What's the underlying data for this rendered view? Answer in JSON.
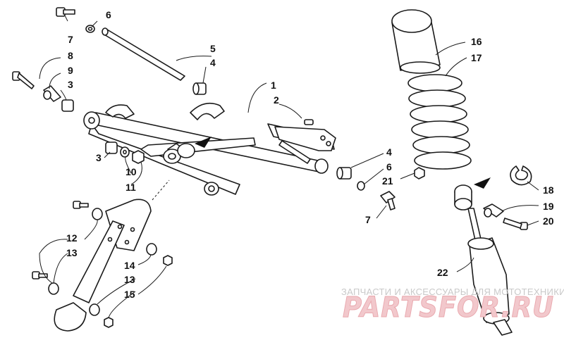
{
  "callouts": [
    "1",
    "2",
    "3",
    "3",
    "4",
    "4",
    "5",
    "6",
    "6",
    "7",
    "7",
    "8",
    "9",
    "10",
    "11",
    "12",
    "13",
    "13",
    "14",
    "15",
    "16",
    "17",
    "18",
    "19",
    "20",
    "21",
    "22"
  ],
  "watermark": {
    "tagline": "ЗАПЧАСТИ И АКСЕССУАРЫ ДЛЯ МОТОТЕХНИКИ",
    "logo": "PARTSFOR.RU"
  },
  "colors": {
    "line": "#1a1a1a",
    "watermark": "#e9a8ae"
  }
}
